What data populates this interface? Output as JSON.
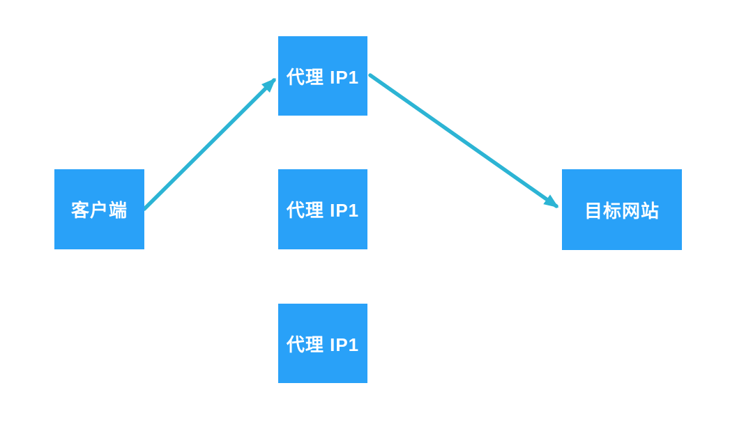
{
  "diagram": {
    "title": "proxy-ip-flow-diagram",
    "nodes": {
      "client": {
        "label": "客户端"
      },
      "proxy_top": {
        "label": "代理 IP1"
      },
      "proxy_middle": {
        "label": "代理 IP1"
      },
      "proxy_bottom": {
        "label": "代理 IP1"
      },
      "target": {
        "label": "目标网站"
      }
    },
    "edges": [
      {
        "from": "client",
        "to": "proxy_top",
        "style": "arrow"
      },
      {
        "from": "proxy_top",
        "to": "target",
        "style": "arrow"
      }
    ],
    "colors": {
      "node_fill": "#29A1F8",
      "node_text": "#FFFFFF",
      "edge": "#2CB4D4",
      "background": "#FFFFFF"
    }
  }
}
